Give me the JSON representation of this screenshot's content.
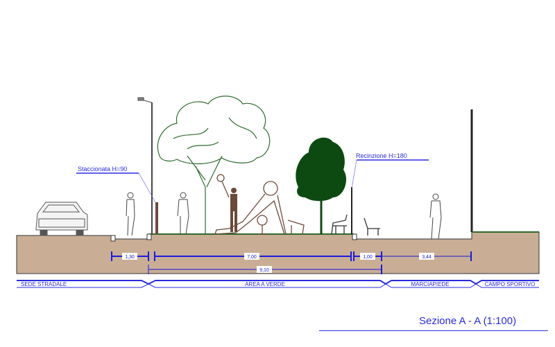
{
  "title": "Sezione  A - A  (1:100)",
  "annotations": {
    "fence_left": "Staccionata H=90",
    "fence_right": "Recinzione  H=180"
  },
  "dimensions": {
    "d1": "1,30",
    "d2": "7,00",
    "d3": "1,00",
    "d4": "3,44",
    "total": "9,10"
  },
  "zones": [
    "SEDE STRADALE",
    "AREA A VERDE",
    "MARCIAPIEDE",
    "CAMPO SPORTIVO"
  ],
  "colors": {
    "ground": "#c9ae95",
    "annotation": "#2a2ae0",
    "tree_dark": "#0d4a12",
    "tree_outline": "#2f6a2f",
    "figures": "#6b4a3a"
  }
}
